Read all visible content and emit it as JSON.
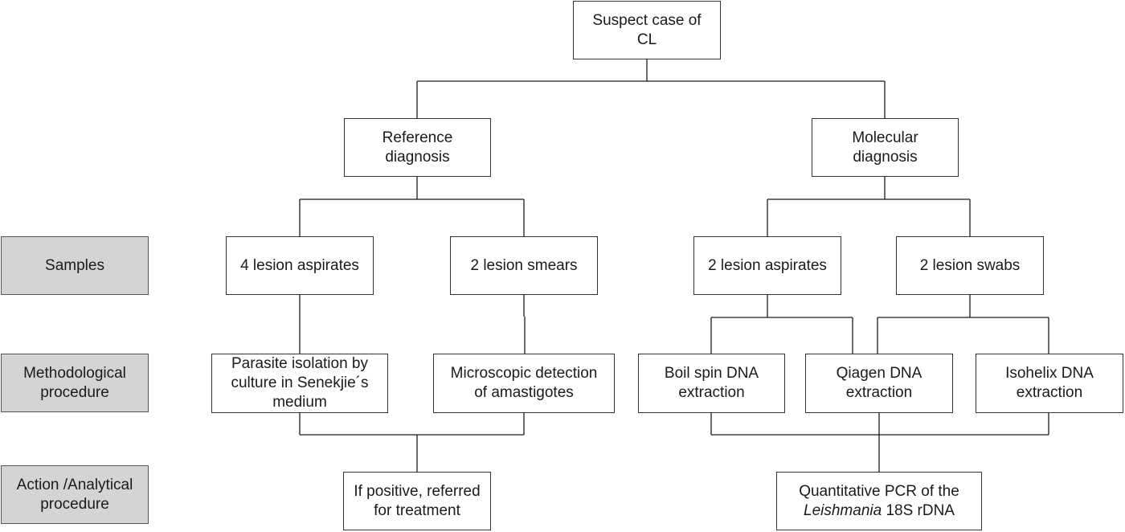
{
  "root": {
    "line1": "Suspect case of",
    "line2": "CL"
  },
  "branches": {
    "reference": {
      "line1": "Reference",
      "line2": "diagnosis"
    },
    "molecular": {
      "line1": "Molecular",
      "line2": "diagnosis"
    }
  },
  "row_labels": {
    "samples": "Samples",
    "methodological": {
      "line1": "Methodological",
      "line2": "procedure"
    },
    "action": {
      "line1": "Action /Analytical",
      "line2": "procedure"
    }
  },
  "samples": {
    "reference_aspirates": "4 lesion aspirates",
    "reference_smears": "2 lesion smears",
    "molecular_aspirates": "2 lesion aspirates",
    "molecular_swabs": "2 lesion swabs"
  },
  "methods": {
    "culture": {
      "line1": "Parasite isolation by",
      "line2": "culture in Senekjie´s",
      "line3": "medium"
    },
    "microscopy": {
      "line1": "Microscopic detection",
      "line2": "of amastigotes"
    },
    "boil_spin": {
      "line1": "Boil spin DNA",
      "line2": "extraction"
    },
    "qiagen": {
      "line1": "Qiagen DNA",
      "line2": "extraction"
    },
    "isohelix": {
      "line1": "Isohelix DNA",
      "line2": "extraction"
    }
  },
  "actions": {
    "treatment": {
      "line1": "If positive, referred",
      "line2": "for treatment"
    },
    "qpcr": {
      "line1": "Quantitative PCR of the",
      "line2_italic": "Leishmania",
      "line2_rest": " 18S rDNA"
    }
  },
  "colors": {
    "label_fill": "#d4d4d4",
    "box_border": "#333333",
    "line": "#1a1a1a"
  }
}
